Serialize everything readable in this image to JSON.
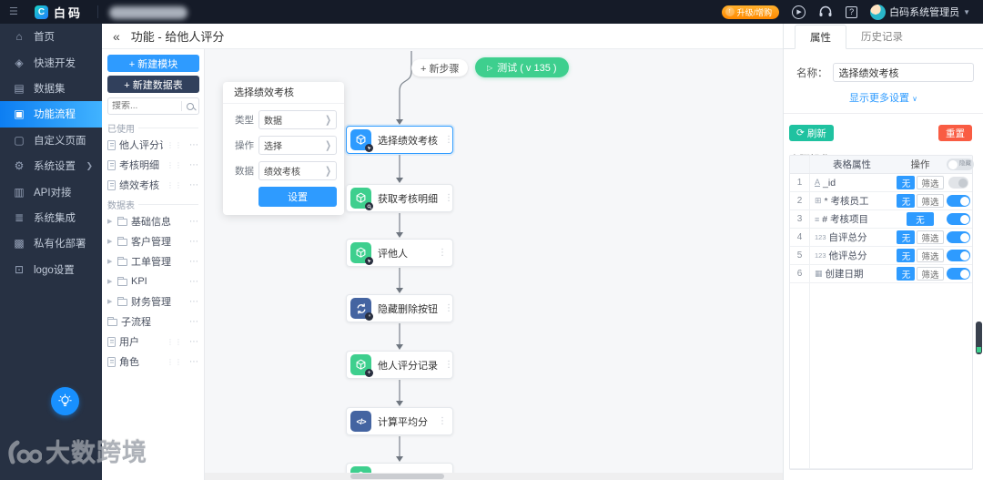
{
  "colors": {
    "accent_blue": "#2e9bff",
    "node_green": "#3ecf8e",
    "node_indigo": "#4464a1",
    "refresh_teal": "#1fc2a0",
    "reset_red": "#f95c43",
    "upgrade_orange": "#ff9c00",
    "nav_active_gradient": [
      "#0d7ef2",
      "#41b3ff"
    ]
  },
  "topbar": {
    "logo_text": "白码",
    "upgrade_badge": "升级/增购",
    "user_name": "白码系统管理员"
  },
  "nav": {
    "items": [
      {
        "id": "home",
        "label": "首页",
        "icon": "home-icon",
        "glyph": "⌂",
        "active": false,
        "chevron": false
      },
      {
        "id": "quick-dev",
        "label": "快速开发",
        "icon": "cube-icon",
        "glyph": "◈",
        "active": false,
        "chevron": false
      },
      {
        "id": "dataset",
        "label": "数据集",
        "icon": "database-icon",
        "glyph": "▤",
        "active": false,
        "chevron": false
      },
      {
        "id": "flow",
        "label": "功能流程",
        "icon": "flow-icon",
        "glyph": "▣",
        "active": true,
        "chevron": false
      },
      {
        "id": "custom-page",
        "label": "自定义页面",
        "icon": "page-icon",
        "glyph": "▢",
        "active": false,
        "chevron": false
      },
      {
        "id": "system-settings",
        "label": "系统设置",
        "icon": "settings-icon",
        "glyph": "⚙",
        "active": false,
        "chevron": true
      },
      {
        "id": "api",
        "label": "API对接",
        "icon": "api-icon",
        "glyph": "▥",
        "active": false,
        "chevron": false
      },
      {
        "id": "integration",
        "label": "系统集成",
        "icon": "layers-icon",
        "glyph": "≣",
        "active": false,
        "chevron": false
      },
      {
        "id": "private-deploy",
        "label": "私有化部署",
        "icon": "deploy-icon",
        "glyph": "▩",
        "active": false,
        "chevron": false
      },
      {
        "id": "logo-settings",
        "label": "logo设置",
        "icon": "logo-icon",
        "glyph": "⊡",
        "active": false,
        "chevron": false
      }
    ]
  },
  "breadcrumb": {
    "title": "功能 - 给他人评分"
  },
  "modules": {
    "new_module_label": "+ 新建模块",
    "new_table_label": "+ 新建数据表",
    "search_placeholder": "搜索...",
    "used_section": "已使用",
    "used_items": [
      "他人评分记录",
      "考核明细",
      "绩效考核"
    ],
    "tables_section": "数据表",
    "folders": [
      "基础信息",
      "客户管理",
      "工单管理",
      "KPI",
      "财务管理"
    ],
    "plain_folder": "子流程",
    "doc_items": [
      "用户",
      "角色"
    ]
  },
  "canvas": {
    "new_step_label": "+ 新步骤",
    "test_label": "测试 ( v 135 )",
    "popup": {
      "title": "选择绩效考核",
      "fields": [
        {
          "label": "类型",
          "value": "数据"
        },
        {
          "label": "操作",
          "value": "选择"
        },
        {
          "label": "数据",
          "value": "绩效考核"
        }
      ],
      "button_label": "设置"
    },
    "nodes": [
      {
        "label": "选择绩效考核",
        "color": "blue",
        "icon": "cube",
        "badge": "cursor",
        "selected": true
      },
      {
        "label": "获取考核明细",
        "color": "green",
        "icon": "cube",
        "badge": "search",
        "selected": false
      },
      {
        "label": "评他人",
        "color": "green",
        "icon": "cube",
        "badge": "cursor",
        "selected": false
      },
      {
        "label": "隐藏删除按钮",
        "color": "indigo",
        "icon": "loop",
        "badge": "code",
        "selected": false
      },
      {
        "label": "他人评分记录",
        "color": "green",
        "icon": "cube",
        "badge": "plus",
        "selected": false
      },
      {
        "label": "计算平均分",
        "color": "indigo",
        "icon": "code",
        "badge": "",
        "selected": false
      },
      {
        "label": "",
        "color": "green",
        "icon": "cube",
        "badge": "",
        "selected": false,
        "partial": true
      }
    ]
  },
  "properties": {
    "tabs": [
      {
        "label": "属性",
        "active": true
      },
      {
        "label": "历史记录",
        "active": false
      }
    ],
    "name_label": "名称：",
    "name_value": "选择绩效考核",
    "more_settings_label": "显示更多设置",
    "refresh_label": "刷新",
    "reset_label": "重置",
    "step_ops_label": "步骤操作",
    "table": {
      "header_attr": "表格属性",
      "header_op": "操作",
      "header_toggle_label": "隐藏",
      "rows": [
        {
          "num": "1",
          "field_icon": "text",
          "name": "_id",
          "ops": [
            "无",
            "筛选"
          ],
          "toggle": "off-disabled"
        },
        {
          "num": "2",
          "field_icon": "relation",
          "name": "* 考核员工",
          "ops": [
            "无",
            "筛选"
          ],
          "toggle": "on"
        },
        {
          "num": "3",
          "field_icon": "list",
          "name": "# 考核项目",
          "ops": [
            "无"
          ],
          "toggle": "on"
        },
        {
          "num": "4",
          "field_icon": "number",
          "name": "自评总分",
          "ops": [
            "无",
            "筛选"
          ],
          "toggle": "on"
        },
        {
          "num": "5",
          "field_icon": "number",
          "name": "他评总分",
          "ops": [
            "无",
            "筛选"
          ],
          "toggle": "on"
        },
        {
          "num": "6",
          "field_icon": "calendar",
          "name": "创建日期",
          "ops": [
            "无",
            "筛选"
          ],
          "toggle": "on"
        }
      ]
    }
  },
  "watermark_text": "大数跨境"
}
